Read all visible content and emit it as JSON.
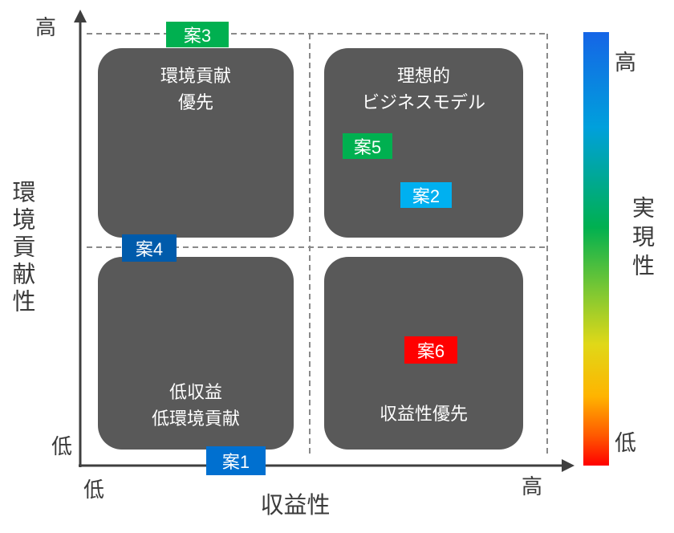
{
  "axes": {
    "x": {
      "title": "収益性",
      "low": "低",
      "high": "高"
    },
    "y": {
      "title": "環境貢献性",
      "low": "低",
      "high": "高"
    }
  },
  "quadrants": {
    "top_left": {
      "line1": "環境貢献",
      "line2": "優先"
    },
    "top_right": {
      "line1": "理想的",
      "line2": "ビジネスモデル"
    },
    "bottom_left": {
      "line1": "低収益",
      "line2": "低環境貢献"
    },
    "bottom_right": {
      "line1": "収益性優先",
      "line2": ""
    }
  },
  "items": [
    {
      "label": "案1",
      "color": "#0070D0",
      "quadrant": "bottom_left"
    },
    {
      "label": "案2",
      "color": "#00B0F0",
      "quadrant": "top_right"
    },
    {
      "label": "案3",
      "color": "#00B050",
      "quadrant": "top_left"
    },
    {
      "label": "案4",
      "color": "#005BAB",
      "quadrant": "top_left"
    },
    {
      "label": "案5",
      "color": "#00B050",
      "quadrant": "top_right"
    },
    {
      "label": "案6",
      "color": "#FF0000",
      "quadrant": "bottom_right"
    }
  ],
  "legend": {
    "title": "実現性",
    "high": "高",
    "low": "低",
    "gradient": [
      "#1565E6 0%",
      "#00A0DC 22%",
      "#00B050 45%",
      "#7FC832 60%",
      "#E0D818 72%",
      "#FFB400 84%",
      "#FF5A00 93%",
      "#FF0000 100%"
    ]
  },
  "colors": {
    "quadrant_bg": "#595959",
    "dash_line": "#8a8a8a",
    "axis_line": "#3f3f3f"
  }
}
